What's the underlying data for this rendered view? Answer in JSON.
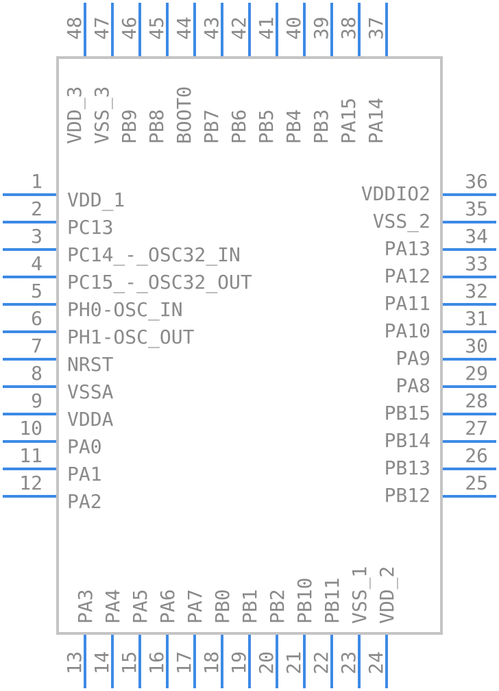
{
  "colors": {
    "pin": "#3d8ae6",
    "body": "#c4c4c4",
    "text": "#8a8a8a"
  },
  "pins": {
    "left": [
      {
        "num": "1",
        "name": "VDD_1"
      },
      {
        "num": "2",
        "name": "PC13"
      },
      {
        "num": "3",
        "name": "PC14_-_OSC32_IN"
      },
      {
        "num": "4",
        "name": "PC15_-_OSC32_OUT"
      },
      {
        "num": "5",
        "name": "PH0-OSC_IN"
      },
      {
        "num": "6",
        "name": "PH1-OSC_OUT"
      },
      {
        "num": "7",
        "name": "NRST"
      },
      {
        "num": "8",
        "name": "VSSA"
      },
      {
        "num": "9",
        "name": "VDDA"
      },
      {
        "num": "10",
        "name": "PA0"
      },
      {
        "num": "11",
        "name": "PA1"
      },
      {
        "num": "12",
        "name": "PA2"
      }
    ],
    "bottom": [
      {
        "num": "13",
        "name": "PA3"
      },
      {
        "num": "14",
        "name": "PA4"
      },
      {
        "num": "15",
        "name": "PA5"
      },
      {
        "num": "16",
        "name": "PA6"
      },
      {
        "num": "17",
        "name": "PA7"
      },
      {
        "num": "18",
        "name": "PB0"
      },
      {
        "num": "19",
        "name": "PB1"
      },
      {
        "num": "20",
        "name": "PB2"
      },
      {
        "num": "21",
        "name": "PB10"
      },
      {
        "num": "22",
        "name": "PB11"
      },
      {
        "num": "23",
        "name": "VSS_1"
      },
      {
        "num": "24",
        "name": "VDD_2"
      }
    ],
    "right": [
      {
        "num": "25",
        "name": "PB12"
      },
      {
        "num": "26",
        "name": "PB13"
      },
      {
        "num": "27",
        "name": "PB14"
      },
      {
        "num": "28",
        "name": "PB15"
      },
      {
        "num": "29",
        "name": "PA8"
      },
      {
        "num": "30",
        "name": "PA9"
      },
      {
        "num": "31",
        "name": "PA10"
      },
      {
        "num": "32",
        "name": "PA11"
      },
      {
        "num": "33",
        "name": "PA12"
      },
      {
        "num": "34",
        "name": "PA13"
      },
      {
        "num": "35",
        "name": "VSS_2"
      },
      {
        "num": "36",
        "name": "VDDIO2"
      }
    ],
    "top": [
      {
        "num": "37",
        "name": "PA14"
      },
      {
        "num": "38",
        "name": "PA15"
      },
      {
        "num": "39",
        "name": "PB3"
      },
      {
        "num": "40",
        "name": "PB4"
      },
      {
        "num": "41",
        "name": "PB5"
      },
      {
        "num": "42",
        "name": "PB6"
      },
      {
        "num": "43",
        "name": "PB7"
      },
      {
        "num": "44",
        "name": "BOOT0"
      },
      {
        "num": "45",
        "name": "PB8"
      },
      {
        "num": "46",
        "name": "PB9"
      },
      {
        "num": "47",
        "name": "VSS_3"
      },
      {
        "num": "48",
        "name": "VDD_3"
      }
    ]
  }
}
